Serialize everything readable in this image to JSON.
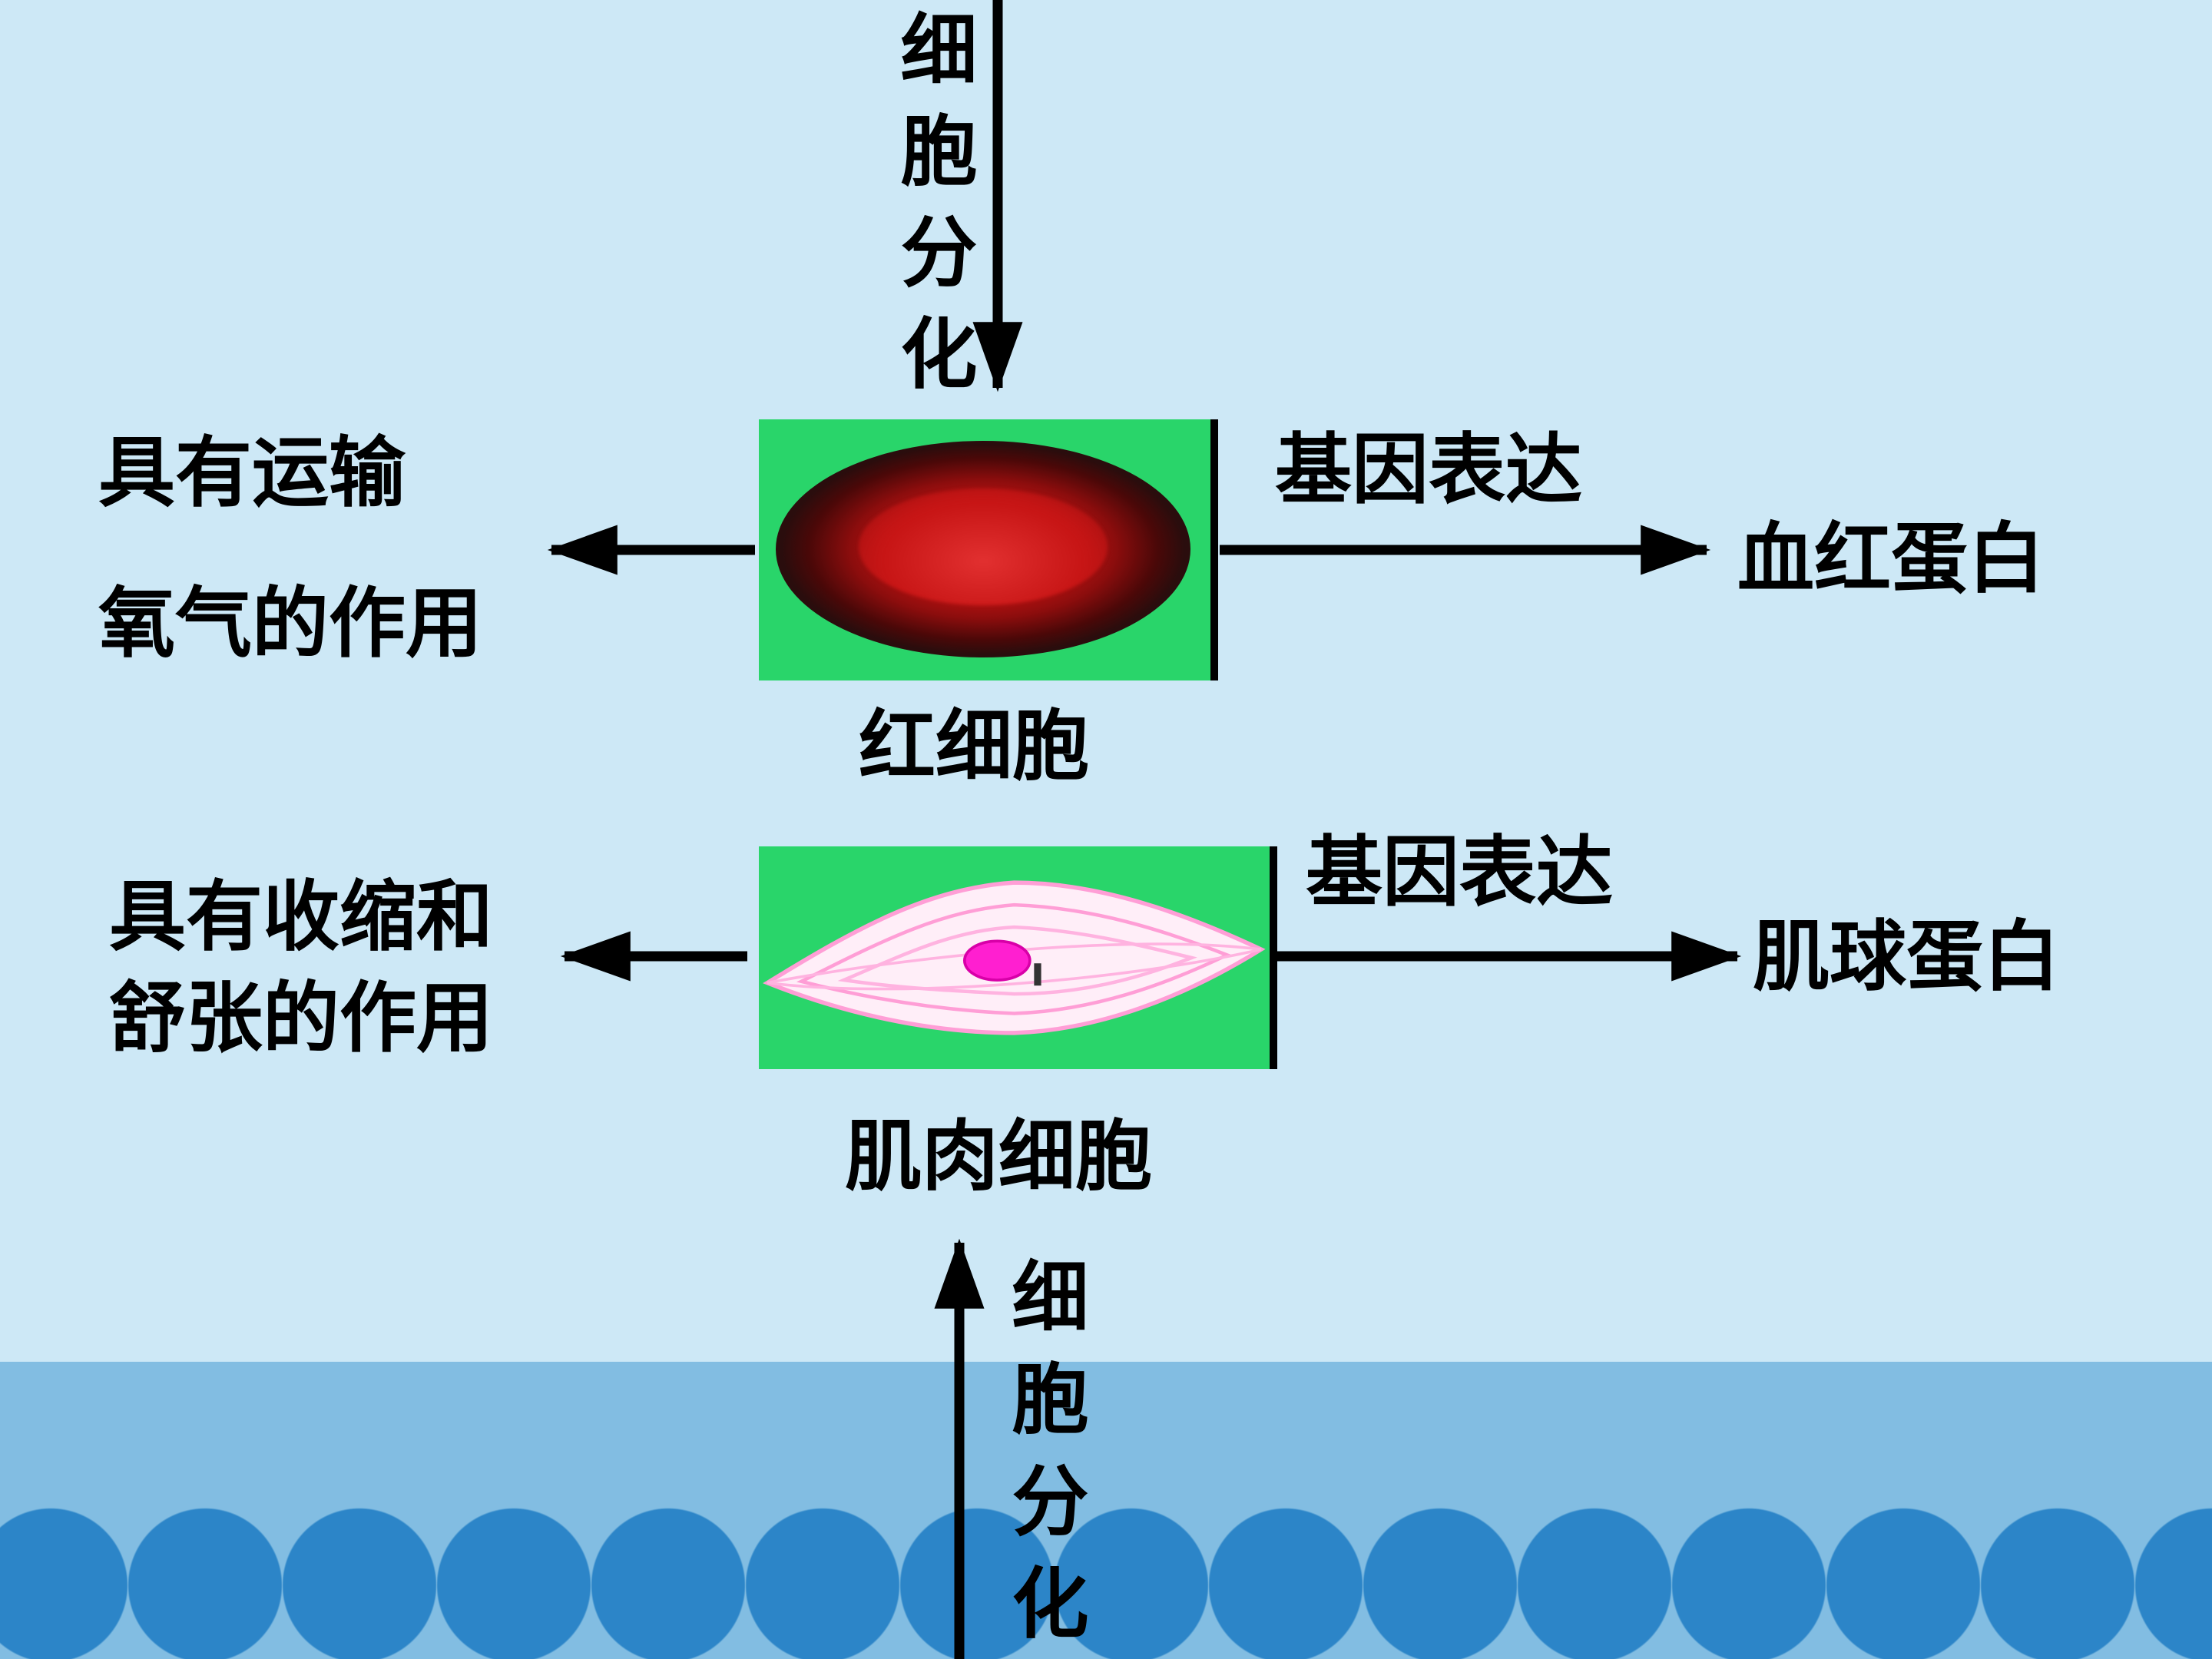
{
  "top": {
    "differentiation_label": "细胞分化"
  },
  "bottom": {
    "differentiation_label": "细胞分化"
  },
  "red_cell": {
    "label": "红细胞",
    "function_line1": "具有运输",
    "function_line2": "氧气的作用",
    "gene_expression": "基因表达",
    "product": "血红蛋白"
  },
  "muscle_cell": {
    "label": "肌肉细胞",
    "function_line1": "具有收缩和",
    "function_line2": "舒张的作用",
    "gene_expression": "基因表达",
    "product": "肌球蛋白"
  },
  "colors": {
    "background": "#cde8f6",
    "box_green": "#29d56a",
    "wave_band": "#82bde2",
    "wave_bump": "#2c85c8",
    "red_cell_red": "#c01212",
    "muscle_pink": "#ff9ed6",
    "nucleus_magenta": "#ff1fd0",
    "arrow_black": "#000000"
  }
}
